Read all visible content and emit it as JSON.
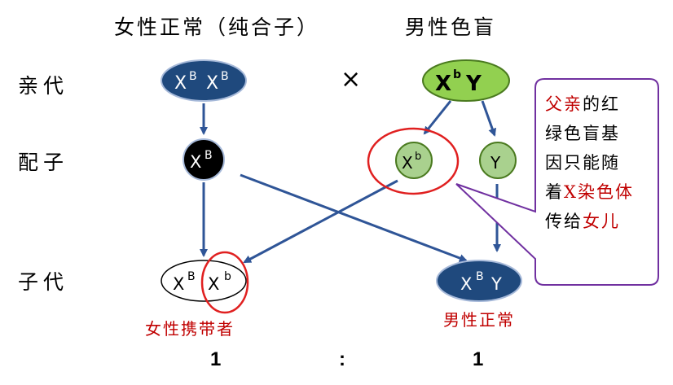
{
  "headers": {
    "female": "女性正常（纯合子）",
    "male": "男性色盲"
  },
  "row_labels": {
    "parent": "亲代",
    "gamete": "配子",
    "offspring": "子代"
  },
  "cross_symbol": "×",
  "parents": {
    "female": {
      "x1": "X",
      "sup1": "B",
      "x2": "X",
      "sup2": "B",
      "color": "#1f497d"
    },
    "male": {
      "x": "X",
      "sup": "b",
      "y": "Y",
      "color": "#92d050"
    }
  },
  "gametes": {
    "female": {
      "x": "X",
      "sup": "B",
      "color": "#000000"
    },
    "male_x": {
      "x": "X",
      "sup": "b",
      "color": "#a9d18e"
    },
    "male_y": {
      "y": "Y",
      "color": "#a9d18e"
    }
  },
  "offspring": {
    "daughter": {
      "x1": "X",
      "sup1": "B",
      "x2": "X",
      "sup2": "b"
    },
    "son": {
      "x": "X",
      "sup": "B",
      "y": "Y",
      "color": "#1f497d"
    }
  },
  "results": {
    "daughter": "女性携带者",
    "son": "男性正常"
  },
  "ratio": {
    "left": "1",
    "sep": ":",
    "right": "1"
  },
  "callout": {
    "line1": {
      "red": "父亲",
      "black": "的红"
    },
    "line2": "绿色盲基",
    "line3": "因只能随",
    "line4": {
      "pre": "着",
      "red": "X染色体"
    },
    "line5": {
      "pre": "传给",
      "red": "女儿"
    }
  },
  "colors": {
    "arrow": "#2f5597",
    "highlight_red": "#e02020",
    "callout_border": "#7030a0"
  }
}
